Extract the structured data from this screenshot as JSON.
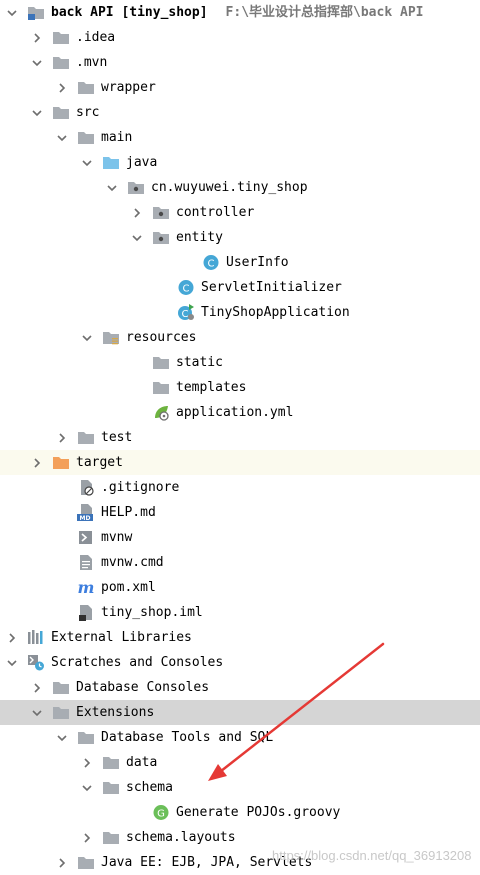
{
  "tree": [
    {
      "id": "root",
      "label": "back API [tiny_shop]",
      "hint": "F:\\毕业设计总指挥部\\back API",
      "depth": 0,
      "arrow": "down",
      "icon": "module-folder",
      "bold": true
    },
    {
      "id": "idea",
      "label": ".idea",
      "depth": 1,
      "arrow": "right",
      "icon": "folder"
    },
    {
      "id": "mvn",
      "label": ".mvn",
      "depth": 1,
      "arrow": "down",
      "icon": "folder"
    },
    {
      "id": "wrapper",
      "label": "wrapper",
      "depth": 2,
      "arrow": "right",
      "icon": "folder"
    },
    {
      "id": "src",
      "label": "src",
      "depth": 1,
      "arrow": "down",
      "icon": "folder"
    },
    {
      "id": "main",
      "label": "main",
      "depth": 2,
      "arrow": "down",
      "icon": "folder"
    },
    {
      "id": "java",
      "label": "java",
      "depth": 3,
      "arrow": "down",
      "icon": "source-folder"
    },
    {
      "id": "pkg",
      "label": "cn.wuyuwei.tiny_shop",
      "depth": 4,
      "arrow": "down",
      "icon": "package"
    },
    {
      "id": "controller",
      "label": "controller",
      "depth": 5,
      "arrow": "right",
      "icon": "package"
    },
    {
      "id": "entity",
      "label": "entity",
      "depth": 5,
      "arrow": "down",
      "icon": "package"
    },
    {
      "id": "userinfo",
      "label": "UserInfo",
      "depth": 7,
      "arrow": "none",
      "icon": "class"
    },
    {
      "id": "servletinit",
      "label": "ServletInitializer",
      "depth": 6,
      "arrow": "none",
      "icon": "class"
    },
    {
      "id": "tinyshopapp",
      "label": "TinyShopApplication",
      "depth": 6,
      "arrow": "none",
      "icon": "spring-class"
    },
    {
      "id": "resources",
      "label": "resources",
      "depth": 3,
      "arrow": "down",
      "icon": "resources-folder"
    },
    {
      "id": "static",
      "label": "static",
      "depth": 5,
      "arrow": "none",
      "icon": "folder"
    },
    {
      "id": "templates",
      "label": "templates",
      "depth": 5,
      "arrow": "none",
      "icon": "folder"
    },
    {
      "id": "appyml",
      "label": "application.yml",
      "depth": 5,
      "arrow": "none",
      "icon": "yml"
    },
    {
      "id": "test",
      "label": "test",
      "depth": 2,
      "arrow": "right",
      "icon": "folder"
    },
    {
      "id": "target",
      "label": "target",
      "depth": 1,
      "arrow": "right",
      "icon": "excluded-folder",
      "highlight": "yellow"
    },
    {
      "id": "gitignore",
      "label": ".gitignore",
      "depth": 2,
      "arrow": "none",
      "icon": "gitignore"
    },
    {
      "id": "helpmd",
      "label": "HELP.md",
      "depth": 2,
      "arrow": "none",
      "icon": "md"
    },
    {
      "id": "mvnw",
      "label": "mvnw",
      "depth": 2,
      "arrow": "none",
      "icon": "shell"
    },
    {
      "id": "mvnwcmd",
      "label": "mvnw.cmd",
      "depth": 2,
      "arrow": "none",
      "icon": "text-file"
    },
    {
      "id": "pom",
      "label": "pom.xml",
      "depth": 2,
      "arrow": "none",
      "icon": "maven"
    },
    {
      "id": "iml",
      "label": "tiny_shop.iml",
      "depth": 2,
      "arrow": "none",
      "icon": "iml"
    },
    {
      "id": "extlibs",
      "label": "External Libraries",
      "depth": 0,
      "arrow": "right",
      "icon": "libraries"
    },
    {
      "id": "scratches",
      "label": "Scratches and Consoles",
      "depth": 0,
      "arrow": "down",
      "icon": "scratches"
    },
    {
      "id": "dbconsoles",
      "label": "Database Consoles",
      "depth": 1,
      "arrow": "right",
      "icon": "folder"
    },
    {
      "id": "extensions",
      "label": "Extensions",
      "depth": 1,
      "arrow": "down",
      "icon": "folder",
      "highlight": "grey"
    },
    {
      "id": "dbtools",
      "label": "Database Tools and SQL",
      "depth": 2,
      "arrow": "down",
      "icon": "folder"
    },
    {
      "id": "data",
      "label": "data",
      "depth": 3,
      "arrow": "right",
      "icon": "folder"
    },
    {
      "id": "schema",
      "label": "schema",
      "depth": 3,
      "arrow": "down",
      "icon": "folder"
    },
    {
      "id": "genpojos",
      "label": "Generate POJOs.groovy",
      "depth": 5,
      "arrow": "none",
      "icon": "groovy"
    },
    {
      "id": "schemalayouts",
      "label": "schema.layouts",
      "depth": 3,
      "arrow": "right",
      "icon": "folder"
    },
    {
      "id": "javaee",
      "label": "Java EE: EJB, JPA, Servlets",
      "depth": 2,
      "arrow": "right",
      "icon": "folder"
    }
  ],
  "watermark": "https://blog.csdn.net/qq_36913208",
  "colors": {
    "folder": "#a8adb3",
    "source_folder": "#7cc3ea",
    "excluded_folder": "#f3a05a",
    "class_circle": "#45a7d6",
    "groovy_circle": "#6bbf59",
    "maven": "#3d7ede",
    "arrow_annotation": "#e53935"
  }
}
